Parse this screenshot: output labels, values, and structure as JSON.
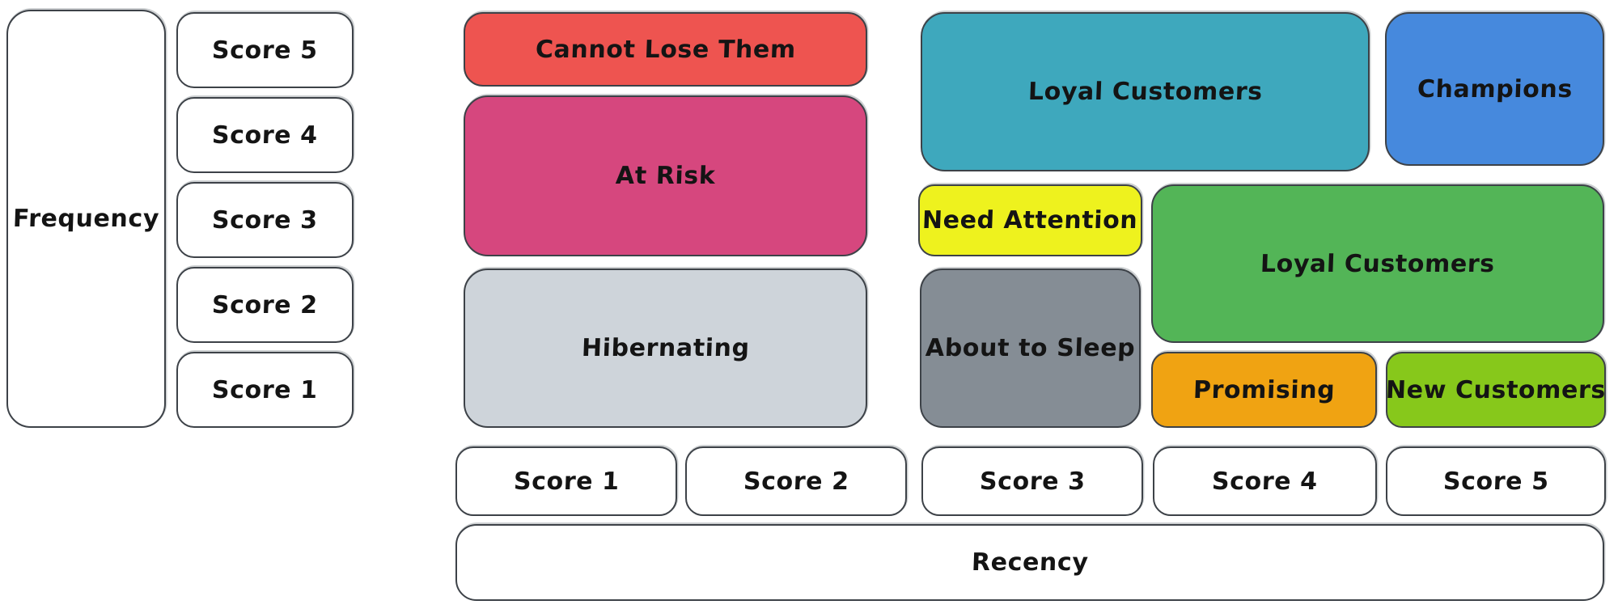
{
  "diagram": {
    "y_axis_label": "Frequency",
    "x_axis_label": "Recency",
    "frequency_scores": [
      "Score 5",
      "Score 4",
      "Score 3",
      "Score 2",
      "Score 1"
    ],
    "recency_scores": [
      "Score 1",
      "Score 2",
      "Score 3",
      "Score 4",
      "Score 5"
    ],
    "segments": {
      "cannot_lose_them": {
        "label": "Cannot Lose Them",
        "color": "#ee5450"
      },
      "at_risk": {
        "label": "At Risk",
        "color": "#d6477e"
      },
      "hibernating": {
        "label": "Hibernating",
        "color": "#ced4da"
      },
      "loyal_customers_top": {
        "label": "Loyal Customers",
        "color": "#3ea8bd"
      },
      "need_attention": {
        "label": "Need Attention",
        "color": "#eef21e"
      },
      "about_to_sleep": {
        "label": "About to Sleep",
        "color": "#858d95"
      },
      "champions": {
        "label": "Champions",
        "color": "#4689dd"
      },
      "loyal_customers_mid": {
        "label": "Loyal Customers",
        "color": "#53b557"
      },
      "promising": {
        "label": "Promising",
        "color": "#f0a312"
      },
      "new_customers": {
        "label": "New Customers",
        "color": "#87c81b"
      }
    },
    "colors": {
      "border": "#3d4248",
      "text": "#141414",
      "background": "#ffffff"
    }
  }
}
